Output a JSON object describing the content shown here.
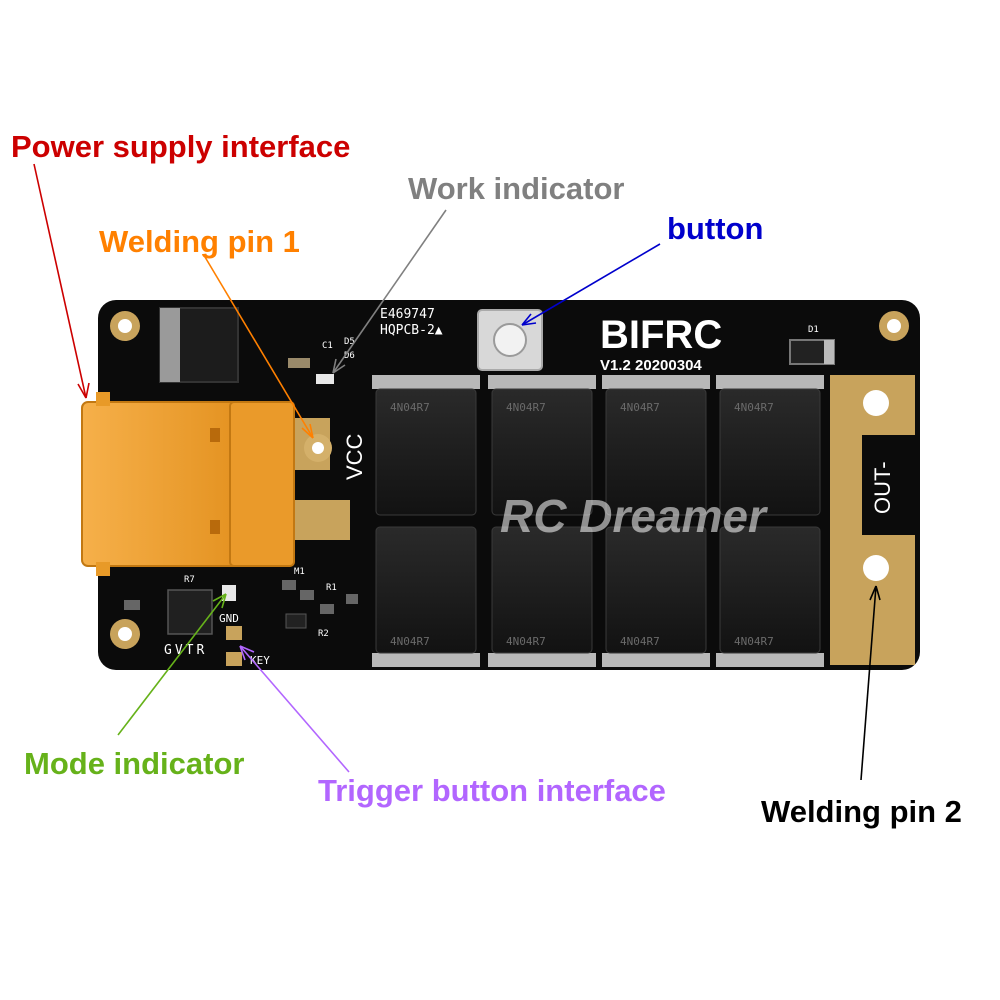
{
  "labels": {
    "power_supply_interface": "Power supply interface",
    "work_indicator": "Work indicator",
    "welding_pin_1": "Welding pin 1",
    "button": "button",
    "mode_indicator": "Mode indicator",
    "trigger_button_interface": "Trigger button interface",
    "welding_pin_2": "Welding pin 2"
  },
  "board_text": {
    "brand": "BIFRC",
    "version": "V1.2 20200304",
    "cert_code": "E469747",
    "pcb_code": "HQPCB-2▲",
    "vcc": "VCC",
    "out": "OUT-",
    "gnd": "GND",
    "key": "KEY",
    "gvtr": "GVTR",
    "d1": "D1",
    "c1": "C1",
    "d5": "D5",
    "d6": "D6",
    "m1": "M1",
    "r1": "R1",
    "r2": "R2",
    "r7": "R7",
    "watermark": "RC Dreamer",
    "mosfets": [
      "4N04R7",
      "4N04R7",
      "4N04R7",
      "4N04R7",
      "4N04R7",
      "4N04R7",
      "4N04R7",
      "4N04R7"
    ]
  },
  "colors": {
    "power_supply_interface": "#cc0000",
    "work_indicator": "#808080",
    "welding_pin_1": "#ff8000",
    "button": "#0000cc",
    "mode_indicator": "#66b21a",
    "trigger_button_interface": "#b266ff",
    "welding_pin_2": "#000000",
    "pcb": "#0b0b0b",
    "copper": "#c8a35c",
    "connector": "#f2a029"
  }
}
